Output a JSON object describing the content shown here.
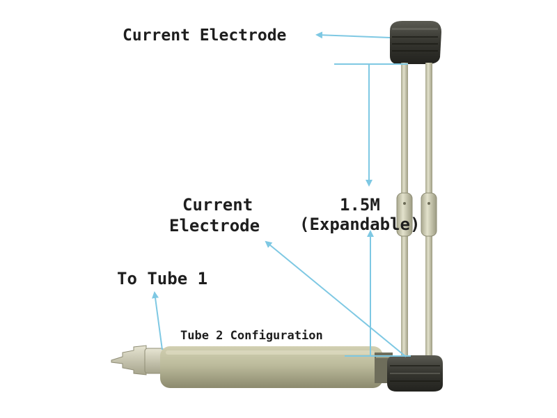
{
  "labels": {
    "top_electrode": "Current Electrode",
    "mid_electrode_line1": "Current",
    "mid_electrode_line2": "Electrode",
    "length_value": "1.5M",
    "length_note": "(Expandable)",
    "to_tube": "To Tube 1",
    "configuration": "Tube 2 Configuration"
  },
  "colors": {
    "annotation_arrow": "#7ec8e3",
    "tube_body": "#b9b797",
    "rod": "#d8d7c0",
    "electrode_cap": "#3a3a34",
    "text": "#1e1e1e"
  },
  "icons": {
    "arrow": "arrowhead-icon"
  }
}
